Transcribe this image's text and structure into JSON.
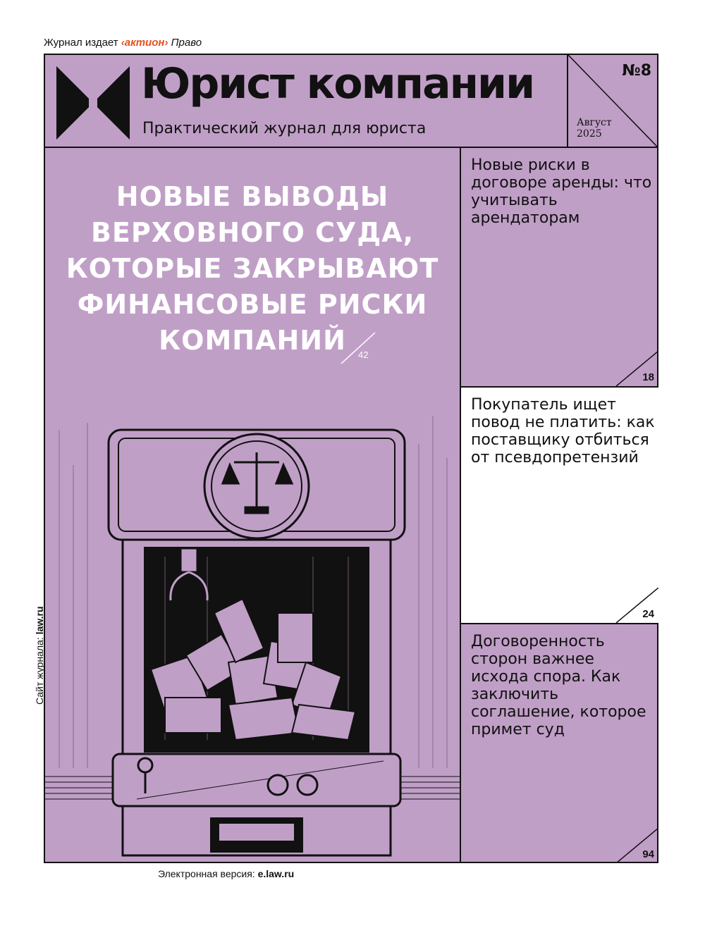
{
  "publisher": {
    "prefix": "Журнал издает",
    "brand": "‹актион›",
    "suffix": "Право"
  },
  "masthead": {
    "title": "Юрист компании",
    "subtitle": "Практический журнал для юриста",
    "issue_number": "№8",
    "issue_month": "Август",
    "issue_year": "2025",
    "logo_icon": "double-triangle-logo-icon"
  },
  "headline": {
    "text": "Новые выводы Верховного суда, которые закрывают финансовые риски компаний",
    "page": "42"
  },
  "articles": [
    {
      "title": "Новые риски в договоре аренды: что учитывать арендаторам",
      "page": "18"
    },
    {
      "title": "Покупатель ищет повод не платить: как поставщику отбиться от псевдопретензий",
      "page": "24"
    },
    {
      "title": "Договоренность сторон важнее исхода спора. Как заключить соглашение, которое примет суд",
      "page": "94"
    }
  ],
  "illustration": {
    "icon": "claw-machine-with-scales-icon"
  },
  "footer": {
    "site_label": "Сайт журнала:",
    "site_url": "law.ru",
    "eversion_label": "Электронная версия:",
    "eversion_url": "e.law.ru"
  },
  "colors": {
    "cover_background": "#c09fc7",
    "brand_accent": "#e4501d",
    "ink": "#111111"
  }
}
